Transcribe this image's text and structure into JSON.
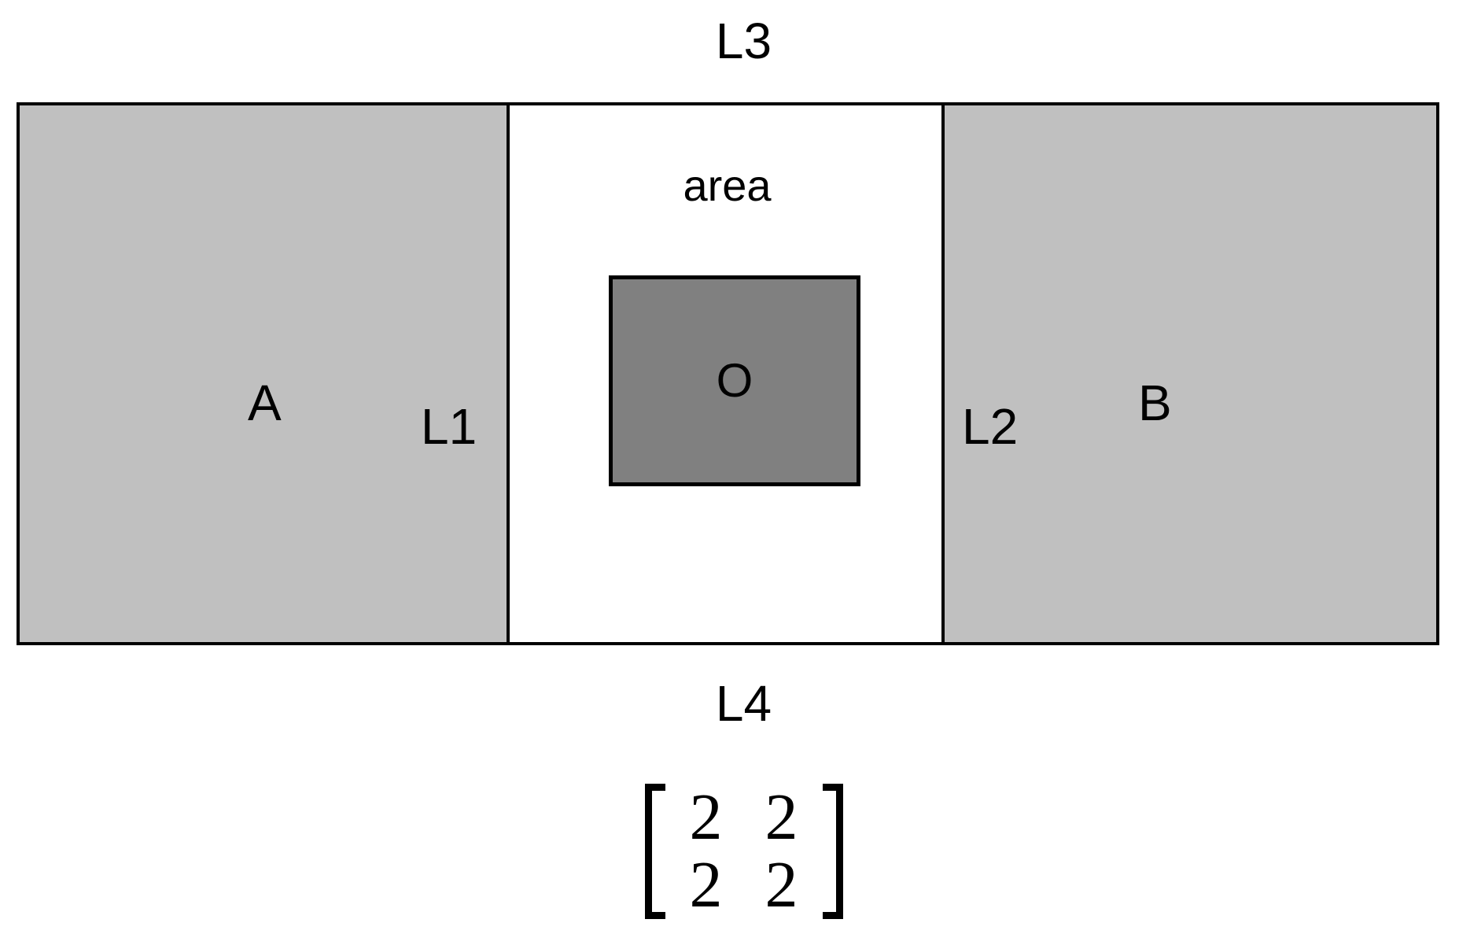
{
  "figure": {
    "top_label": "L3",
    "bottom_label": "L4",
    "background_color": "#ffffff",
    "border_color": "#000000"
  },
  "panels": {
    "left": {
      "name": "A",
      "interface_label": "L1",
      "fill_color": "#c0c0c0"
    },
    "center": {
      "caption": "area",
      "fill_color": "#ffffff",
      "inner": {
        "name": "O",
        "fill_color": "#808080"
      }
    },
    "right": {
      "name": "B",
      "interface_label": "L2",
      "fill_color": "#c0c0c0"
    }
  },
  "matrix": {
    "open_bracket": "[",
    "close_bracket": "]",
    "rows": [
      [
        "2",
        "2"
      ],
      [
        "2",
        "2"
      ]
    ]
  }
}
